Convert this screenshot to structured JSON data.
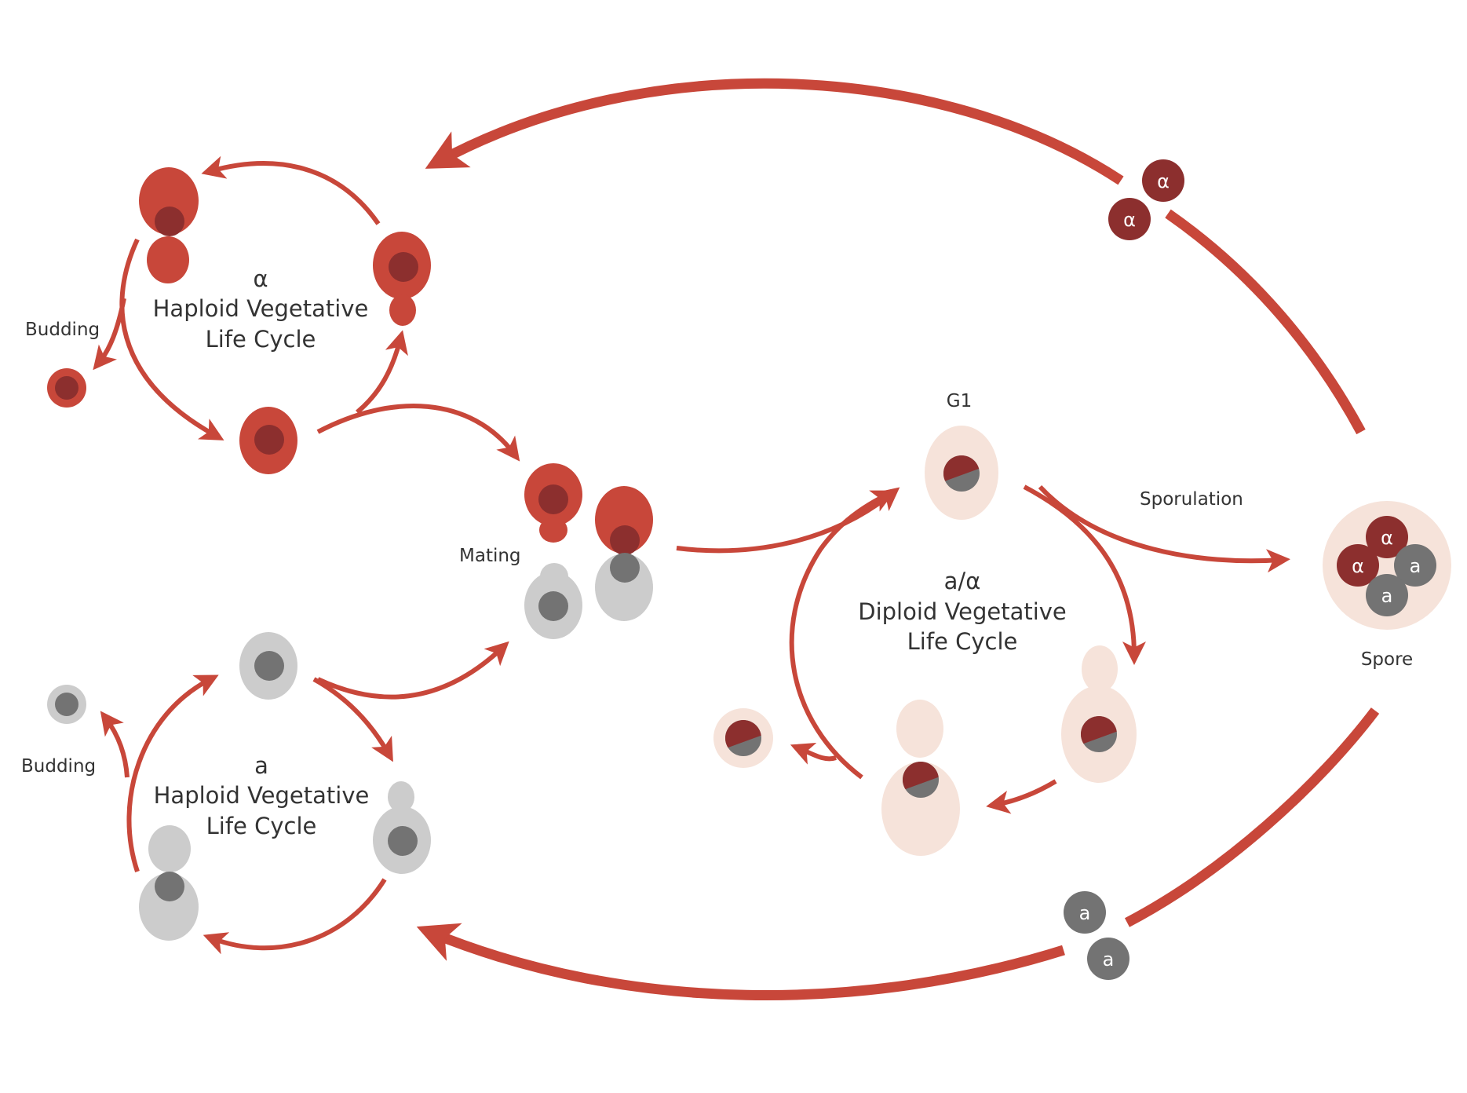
{
  "colors": {
    "arrow": "#C8473A",
    "alpha_cell": "#C8473A",
    "alpha_nucleus": "#8C2F2E",
    "a_cell": "#CCCCCC",
    "a_nucleus": "#737373",
    "diploid_cell": "#F6E3DA",
    "spore_label": "#ffffff"
  },
  "alpha_cycle": {
    "symbol": "α",
    "title_line1": "Haploid Vegetative",
    "title_line2": "Life Cycle",
    "budding": "Budding"
  },
  "a_cycle": {
    "symbol": "a",
    "title_line1": "Haploid Vegetative",
    "title_line2": "Life Cycle",
    "budding": "Budding"
  },
  "mating": "Mating",
  "diploid_cycle": {
    "symbol": "a/α",
    "title_line1": "Diploid Vegetative",
    "title_line2": "Life Cycle",
    "g1": "G1"
  },
  "sporulation": "Sporulation",
  "spore": {
    "label": "Spore",
    "alpha1": "α",
    "alpha2": "α",
    "a1": "a",
    "a2": "a"
  },
  "released_spores": {
    "alpha_top": "α",
    "alpha_bottom": "α",
    "a_top": "a",
    "a_bottom": "a"
  }
}
